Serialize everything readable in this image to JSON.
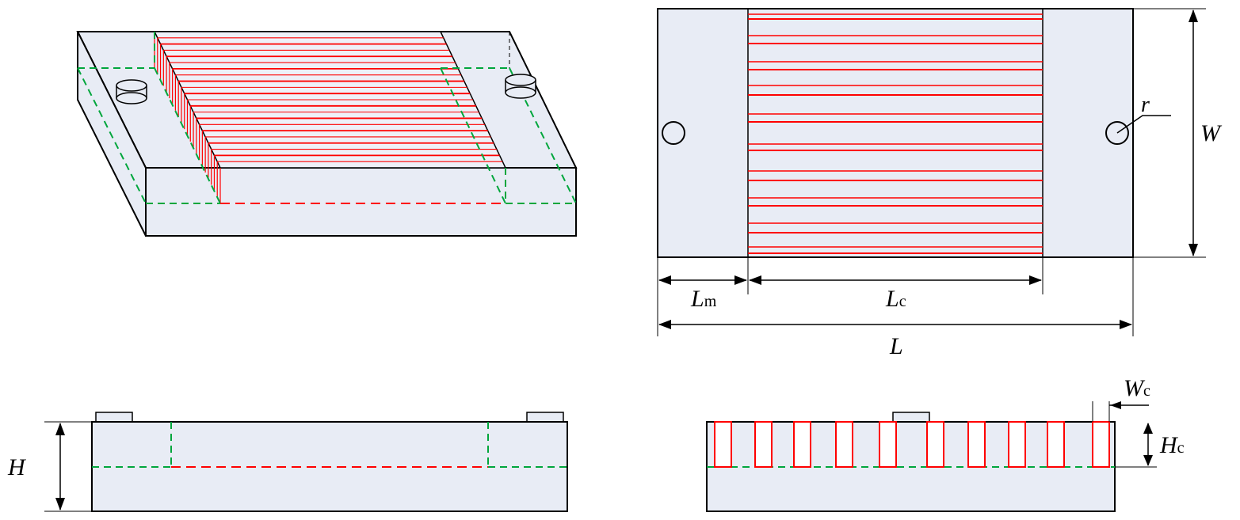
{
  "colors": {
    "body_fill": "#e8ecf5",
    "outline": "#000000",
    "channel": "#ff0000",
    "hidden_line": "#00a63c"
  },
  "labels": {
    "lm_main": "L",
    "lm_sub": "m",
    "lc_main": "L",
    "lc_sub": "c",
    "l_total": "L",
    "w": "W",
    "r": "r",
    "h": "H",
    "wc_main": "W",
    "wc_sub": "c",
    "hc_main": "H",
    "hc_sub": "c"
  }
}
